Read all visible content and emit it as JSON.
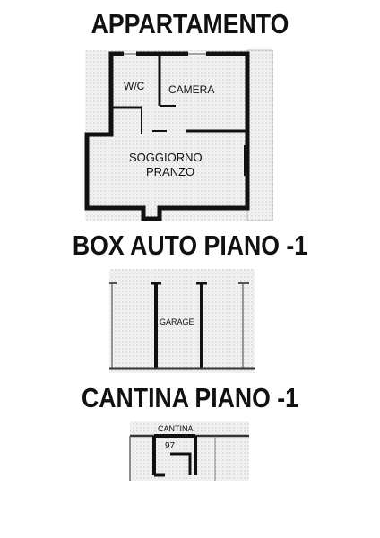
{
  "sections": {
    "apartment": {
      "title": "APPARTAMENTO",
      "rooms": {
        "wc": "W/C",
        "bedroom": "CAMERA",
        "living_line1": "SOGGIORNO",
        "living_line2": "PRANZO"
      }
    },
    "garage": {
      "title": "BOX AUTO PIANO -1",
      "rooms": {
        "garage": "GARAGE"
      }
    },
    "cellar": {
      "title": "CANTINA PIANO -1",
      "rooms": {
        "cellar": "CANTINA",
        "number": "97"
      }
    }
  },
  "colors": {
    "wall": "#111111",
    "hatch": "#cfcfcf",
    "text": "#111111"
  }
}
